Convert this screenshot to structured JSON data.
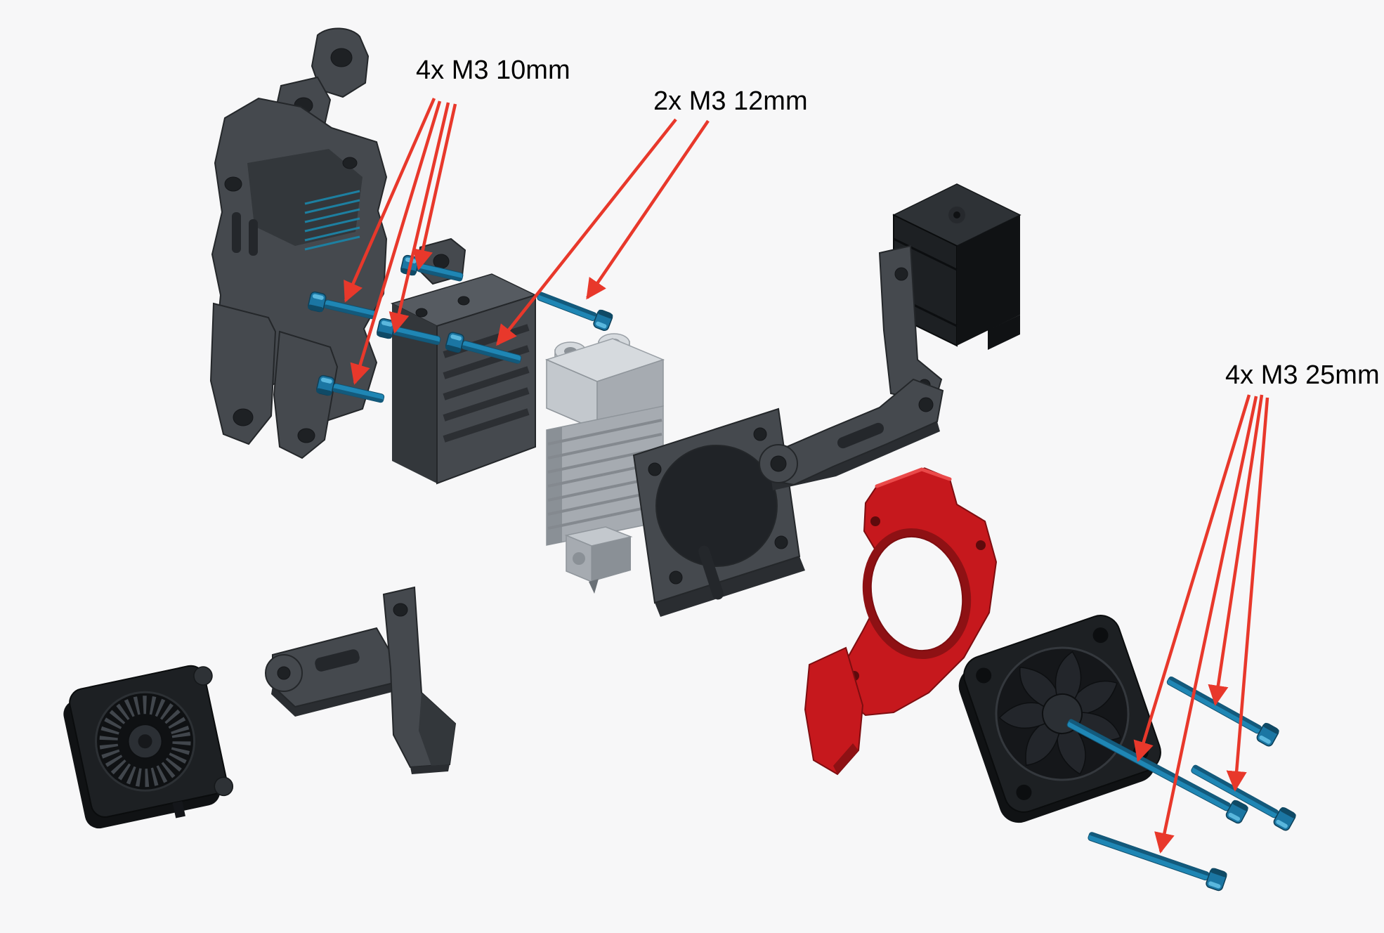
{
  "colors": {
    "background": "#f7f7f8",
    "label_text": "#000000",
    "arrow": "#e8382b",
    "screw": "#1f86b4",
    "screw_dark": "#135a7c",
    "screw_head": "#1b76a3",
    "screw_highlight": "#5ab7dd",
    "part_gray": "#45494e",
    "part_gray_light": "#565b61",
    "part_gray_dark": "#33373b",
    "part_edge": "#24272a",
    "part_black": "#1d2023",
    "part_silver": "#c3c8cd",
    "part_silver_light": "#d6dade",
    "part_silver_dark": "#a6abb1",
    "part_red": "#c6181d",
    "part_red_dark": "#8e1114",
    "slot_teal": "#1d7fa0"
  },
  "annotations": [
    {
      "label": "4x M3 10mm",
      "quantity": 4,
      "screw": "M3 10mm"
    },
    {
      "label": "2x M3 12mm",
      "quantity": 2,
      "screw": "M3 12mm"
    },
    {
      "label": "4x M3 25mm",
      "quantity": 4,
      "screw": "M3 25mm"
    }
  ],
  "parts": [
    "x-carriage-mount",
    "finned-mounting-plate",
    "heatsink-hotend",
    "fan-shroud",
    "stepper-motor",
    "motor-bracket",
    "support-arm",
    "red-fan-duct",
    "axial-fan",
    "blower-fan",
    "bottom-plate-bracket",
    "vertical-foot-bracket"
  ]
}
